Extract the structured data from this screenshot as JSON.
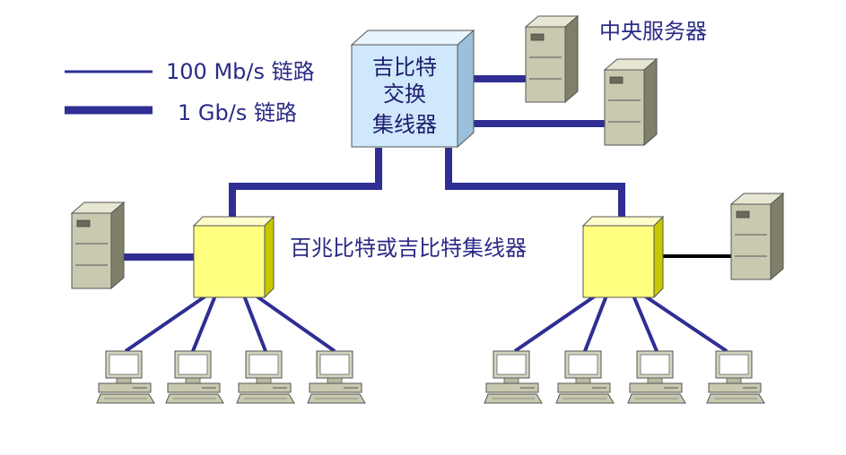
{
  "legend": {
    "thin_label": "100 Mb/s 链路",
    "thick_label": "1 Gb/s 链路"
  },
  "core_switch": {
    "line1": "吉比特",
    "line2": "交换",
    "line3": "集线器"
  },
  "server_group_label": "中央服务器",
  "edge_hub_label": "百兆比特或吉比特集线器",
  "colors": {
    "link": "#2e2e94",
    "label": "#2b2b86",
    "core_switch_fill": "#cfe8fb",
    "edge_hub_fill": "#ffff80",
    "device_body": "#c9c9b0",
    "black_link": "#000000"
  },
  "icons": {
    "core_switch": "switch-cube-icon",
    "edge_hub": "hub-cube-icon",
    "server": "server-tower-icon",
    "workstation": "workstation-icon"
  }
}
